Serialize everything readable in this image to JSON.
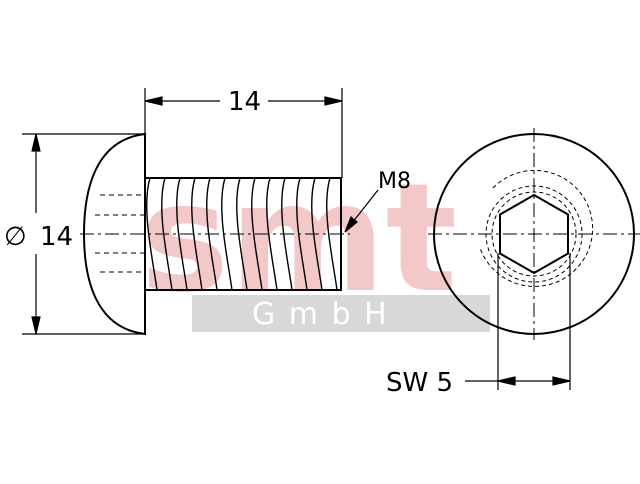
{
  "drawing": {
    "length_dim": "14",
    "diameter_symbol": "∅",
    "diameter_dim": "14",
    "thread_label": "M8",
    "wrench_label": "SW 5"
  },
  "watermark": {
    "logo_text": "smt",
    "company_form": "G m b H"
  },
  "colors": {
    "line": "#000000",
    "watermark_logo": "#f3c8c8",
    "watermark_band": "#d8d8d8"
  }
}
